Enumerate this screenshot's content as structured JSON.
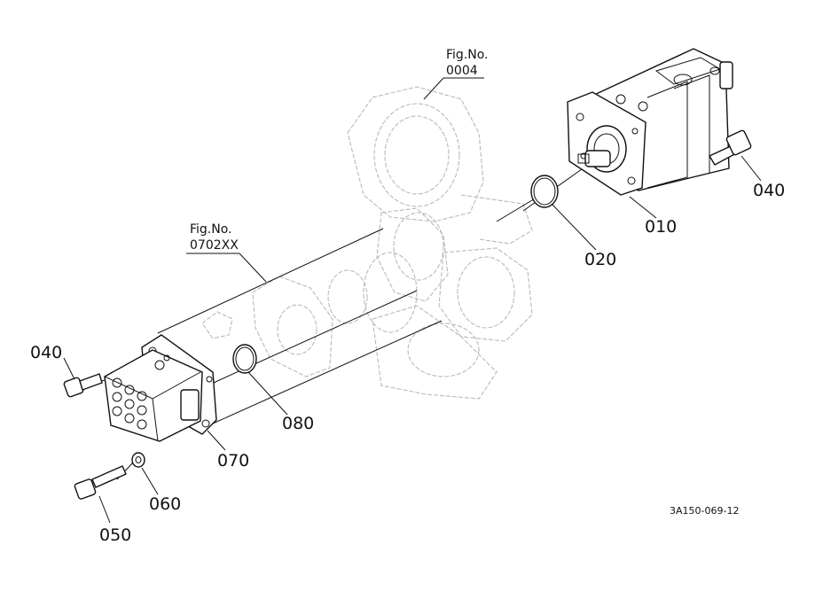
{
  "figure_refs": [
    {
      "prefix": "Fig.No.",
      "number": "0004"
    },
    {
      "prefix": "Fig.No.",
      "number": "0702XX"
    }
  ],
  "callouts": {
    "pump_rear": "010",
    "oring_rear": "020",
    "bolt_rear": "040",
    "bolt_front": "040",
    "bolt_long": "050",
    "washer": "060",
    "pump_front": "070",
    "oring_front": "080"
  },
  "drawing_code": "3A150-069-12"
}
